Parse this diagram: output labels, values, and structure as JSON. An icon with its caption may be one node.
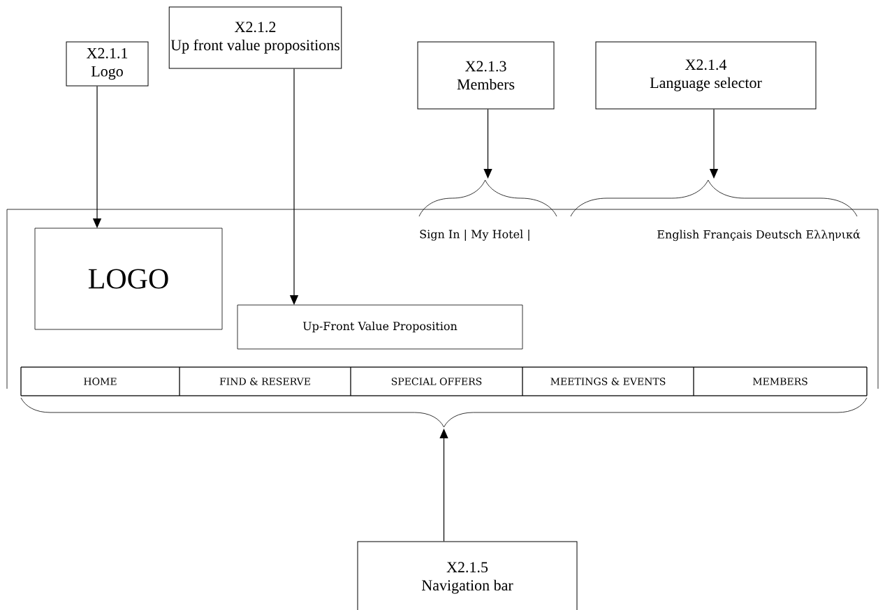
{
  "diagram": {
    "nodes": [
      {
        "text": [
          "X2.1.1",
          "Logo"
        ]
      },
      {
        "text": [
          "X2.1.2",
          "Up front value propositions"
        ]
      },
      {
        "text": [
          "X2.1.3",
          "Members"
        ]
      },
      {
        "text": [
          "X2.1.4",
          "Language selector"
        ]
      },
      {
        "text": [
          "X2.1.5",
          "Navigation bar"
        ]
      },
      {
        "text": [],
        "shape": "box"
      },
      {
        "text": [
          "LOGO"
        ],
        "in": 5
      },
      {
        "text": [
          "Up-Front Value Proposition"
        ],
        "in": 5
      },
      {
        "text": [
          "Sign In | My Hotel |"
        ],
        "in": 5
      },
      {
        "text": [
          "English Français Deutsch Ελληνικά"
        ],
        "in": 5
      },
      {
        "text": [],
        "shape": "bar",
        "in": 5
      },
      {
        "text": [
          "HOME"
        ],
        "in": 10
      },
      {
        "text": [
          "FIND & RESERVE"
        ],
        "in": 10
      },
      {
        "text": [
          "SPECIAL OFFERS"
        ],
        "in": 10
      },
      {
        "text": [
          "MEETINGS & EVENTS"
        ],
        "in": 10
      },
      {
        "text": [
          "MEMBERS"
        ],
        "in": 10
      }
    ],
    "edges": [
      {
        "from": 0,
        "to": 6,
        "arrow": "to"
      },
      {
        "from": 1,
        "to": 7,
        "arrow": "to"
      },
      {
        "from": 2,
        "to": 8,
        "arrow": "to"
      },
      {
        "from": 3,
        "to": 9,
        "arrow": "to"
      },
      {
        "from": 4,
        "to": 10,
        "arrow": "to"
      }
    ]
  }
}
